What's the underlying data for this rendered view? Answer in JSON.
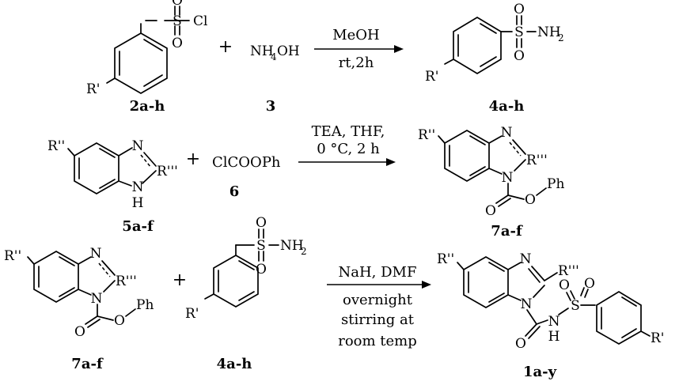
{
  "row1": {
    "sulfonyl_chloride": {
      "s": "S",
      "o_top": "O",
      "o_bottom": "O",
      "cl": "Cl",
      "r": "R'"
    },
    "ammonia": {
      "nh": "NH",
      "sub4": "4",
      "oh": "OH"
    },
    "conditions": {
      "above": "MeOH",
      "below": "rt,2h"
    },
    "sulfonamide": {
      "s": "S",
      "o_top": "O",
      "o_bottom": "O",
      "nh": "NH",
      "sub2": "2",
      "r": "R'"
    },
    "labels": {
      "reactant1": "2a-h",
      "reactant2": "3",
      "product": "4a-h"
    },
    "plus": "+"
  },
  "row2": {
    "benzimidazole": {
      "r2": "R''",
      "n": "N",
      "r3": "R'''",
      "nh": "N",
      "h": "H"
    },
    "reagent": "ClCOOPh",
    "conditions": {
      "line1": "TEA, THF,",
      "line2": "0 °C, 2 h"
    },
    "carbamate": {
      "r2": "R''",
      "n": "N",
      "n1": "N",
      "r3": "R'''",
      "o_carbonyl": "O",
      "o_ester": "O",
      "ph": "Ph"
    },
    "labels": {
      "reactant1": "5a-f",
      "reactant2": "6",
      "product": "7a-f"
    },
    "plus": "+"
  },
  "row3": {
    "carbamate": {
      "r2": "R''",
      "n": "N",
      "n1": "N",
      "r3": "R'''",
      "o_carbonyl": "O",
      "o_ester": "O",
      "ph": "Ph"
    },
    "sulfonamide": {
      "s": "S",
      "o_top": "O",
      "o_bottom": "O",
      "nh": "NH",
      "sub2": "2",
      "r": "R'"
    },
    "conditions": {
      "above": "NaH, DMF",
      "below1": "overnight",
      "below2": "stirring at",
      "below3": "room temp"
    },
    "product": {
      "r2": "R''",
      "n": "N",
      "n1": "N",
      "r3": "R'''",
      "o": "O",
      "nh": "N",
      "h": "H",
      "s": "S",
      "o_a": "O",
      "o_b": "O",
      "r": "R'"
    },
    "labels": {
      "reactant1": "7a-f",
      "reactant2": "4a-h",
      "product": "1a-y"
    },
    "plus": "+"
  }
}
